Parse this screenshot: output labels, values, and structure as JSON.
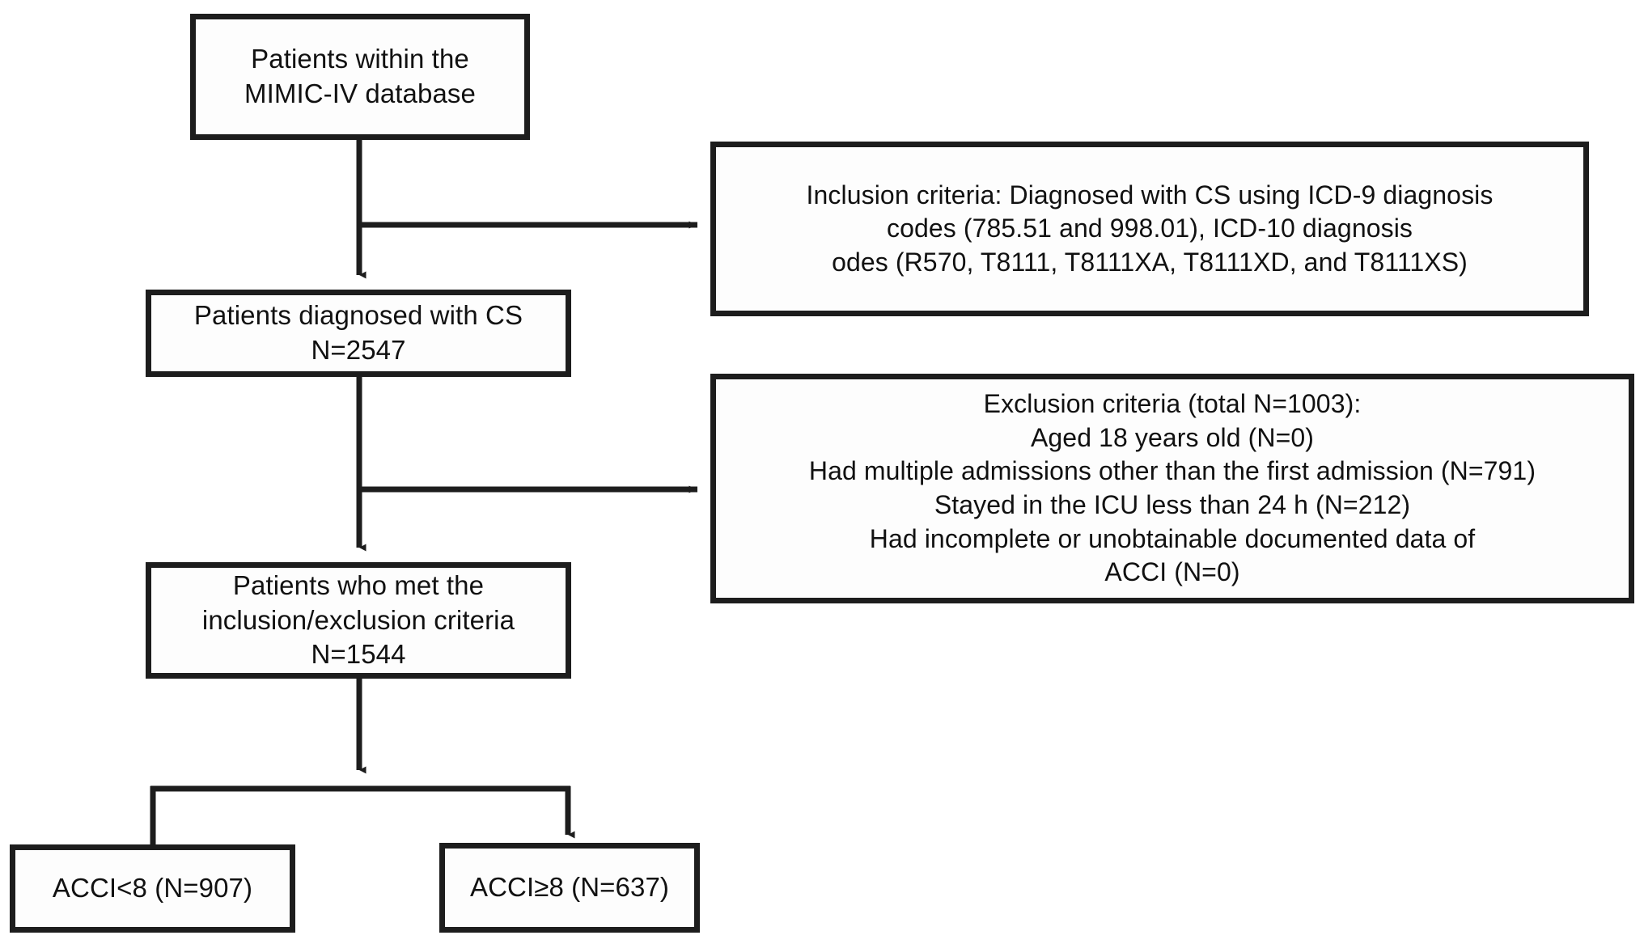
{
  "diagram": {
    "type": "flowchart",
    "title": "Patient selection flow diagram",
    "colors": {
      "stroke": "#1d1d1d",
      "fill": "#fdfdfd",
      "text": "#111111",
      "background": "#ffffff"
    }
  },
  "nodes": {
    "source": {
      "name": "patients-within-mimic-iv",
      "lines": [
        "Patients within the",
        "MIMIC-IV database"
      ]
    },
    "diagnosed_cs": {
      "name": "patients-diagnosed-with-cs",
      "lines": [
        "Patients diagnosed with CS",
        "N=2547"
      ],
      "count": 2547
    },
    "met_criteria": {
      "name": "patients-met-criteria",
      "lines": [
        "Patients who met the",
        "inclusion/exclusion criteria",
        "N=1544"
      ],
      "count": 1544
    },
    "acci_low": {
      "name": "acci-less-than-8",
      "lines": [
        "ACCI<8 (N=907)"
      ],
      "count": 907
    },
    "acci_high": {
      "name": "acci-greater-equal-8",
      "lines": [
        "ACCI≥8 (N=637)"
      ],
      "count": 637
    },
    "inclusion": {
      "name": "inclusion-criteria",
      "lines": [
        "Inclusion criteria: Diagnosed with CS using ICD-9 diagnosis",
        "codes (785.51 and 998.01), ICD-10 diagnosis",
        "odes (R570, T8111, T8111XA, T8111XD, and T8111XS)"
      ]
    },
    "exclusion": {
      "name": "exclusion-criteria",
      "lines": [
        "Exclusion criteria (total N=1003):",
        "Aged 18 years old (N=0)",
        "Had multiple admissions other than the first admission (N=791)",
        "Stayed in the ICU less than 24 h (N=212)",
        "Had incomplete or unobtainable documented data of",
        "ACCI (N=0)"
      ],
      "total_excluded": 1003,
      "breakdown": [
        {
          "reason": "Aged 18 years old",
          "n": 0
        },
        {
          "reason": "Had multiple admissions other than the first admission",
          "n": 791
        },
        {
          "reason": "Stayed in the ICU less than 24 h",
          "n": 212
        },
        {
          "reason": "Had incomplete or unobtainable documented data of ACCI",
          "n": 0
        }
      ]
    }
  },
  "edges": [
    {
      "name": "source-to-diagnosed",
      "from": "source",
      "to": "diagnosed_cs",
      "arrow": true
    },
    {
      "name": "trunk-to-inclusion",
      "from": "trunk",
      "to": "inclusion",
      "arrow": true
    },
    {
      "name": "diagnosed-to-met",
      "from": "diagnosed_cs",
      "to": "met_criteria",
      "arrow": true
    },
    {
      "name": "trunk-to-exclusion",
      "from": "trunk",
      "to": "exclusion",
      "arrow": true
    },
    {
      "name": "met-to-split",
      "from": "met_criteria",
      "to": "split",
      "arrow": true
    },
    {
      "name": "split-to-acci-low",
      "from": "split",
      "to": "acci_low",
      "arrow": false
    },
    {
      "name": "split-to-acci-high",
      "from": "split",
      "to": "acci_high",
      "arrow": true
    }
  ]
}
